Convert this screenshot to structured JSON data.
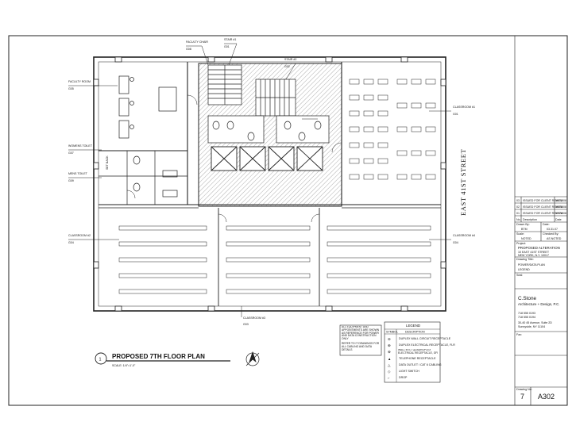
{
  "drawing": {
    "plan_title": "PROPOSED 7TH FLOOR PLAN",
    "plan_scale": "SCALE: 1/4\"=1'-0\"",
    "detail_number": "1",
    "street_label": "EAST 41ST STREET",
    "set_back_label": "SET BACK"
  },
  "room_tags": {
    "faculty_room": {
      "name": "FACULTY ROOM",
      "num": "G05"
    },
    "faculty_chair": {
      "name": "FACULTY CHAIR",
      "num": "G08"
    },
    "stair_1": {
      "name": "STAIR #1",
      "num": "G01"
    },
    "stair_2": {
      "name": "STAIR #2",
      "num": "G02"
    },
    "womens_toilet": {
      "name": "WOMENS TOILET",
      "num": "G07"
    },
    "mens_toilet": {
      "name": "MENS TOILET",
      "num": "G09"
    },
    "classroom_1": {
      "name": "CLASSROOM #1",
      "num": "G01"
    },
    "classroom_2": {
      "name": "CLASSROOM #2",
      "num": "G04"
    },
    "classroom_3": {
      "name": "CLASSROOM #3",
      "num": "G03"
    },
    "classroom_4": {
      "name": "CLASSROOM #4",
      "num": "G04"
    }
  },
  "notes": {
    "note_1": "ALL EQUIPMENT AND APPOINTMENTS ARE SHOWN AS REFERENCE FOR POWER AND DATA CONSTRUCTION ONLY",
    "note_2": "REFER TO IT DRAWINGS FOR ALL CABLING AND DATA DETAILS"
  },
  "legend": {
    "title": "LEGEND",
    "headers": [
      "SYMBOL",
      "DESCRIPTION"
    ],
    "rows": [
      {
        "sym": "⊖",
        "desc": "DUPLEX WALL CIRCUIT RECEPTACLE"
      },
      {
        "sym": "⊕",
        "desc": "DUPLEX ELECTRICAL RECEPTACLE, FLR"
      },
      {
        "sym": "⊗",
        "desc": "WALL MTD. QUADRUPLEX ELECTRICAL RECEPTACLE, GFI"
      },
      {
        "sym": "▲",
        "desc": "TELEPHONE RECEPTACLE"
      },
      {
        "sym": "△",
        "desc": "DATA OUTLET / CAT 6 CABLING"
      },
      {
        "sym": "◇",
        "desc": "LIGHT SWITCH"
      },
      {
        "sym": "⌐",
        "desc": "DROP"
      }
    ]
  },
  "title_block": {
    "revisions": [
      {
        "no": "03",
        "desc": "ISSUED FOR CLIENT REVIEW",
        "date": "08.12.08"
      },
      {
        "no": "02",
        "desc": "ISSUED FOR CLIENT REVIEW",
        "date": "08.05.08"
      },
      {
        "no": "01",
        "desc": "ISSUED FOR CLIENT REVIEW",
        "date": "07.28.08"
      },
      {
        "no": "No.",
        "desc": "Description",
        "date": "Date"
      }
    ],
    "drawn_by_label": "Drawn By:",
    "drawn_by": "BTM",
    "date_label": "Date:",
    "date": "03.31.07",
    "scale_label": "Scale:",
    "scale": "NOTED",
    "checked_label": "Checked By:",
    "checked": "AS NOTED",
    "project_label": "Project:",
    "project_name": "PROPOSED ALTERATION",
    "project_addr1": "10 EAST 41ST STREET",
    "project_addr2": "NEW YORK, N.Y. 10017",
    "drawing_label": "Drawing Title:",
    "drawing_title1": "POWER/DATA PLAN",
    "drawing_title2": "LEGEND",
    "seal_label": "Seal:",
    "firm_line1": "C.Stone",
    "firm_line2": "Architecture + Design, P.C.",
    "firm_tel": "718 555 0193",
    "firm_fax": "718 555 0194",
    "firm_addr1": "30-40 45 Avenue, Suite 2D",
    "firm_addr2": "Sunnyside, NY 11104",
    "fax_label": "Fax:",
    "sheet_label": "Drawing No:",
    "sheet_seq": "7",
    "sheet_number": "A302"
  }
}
